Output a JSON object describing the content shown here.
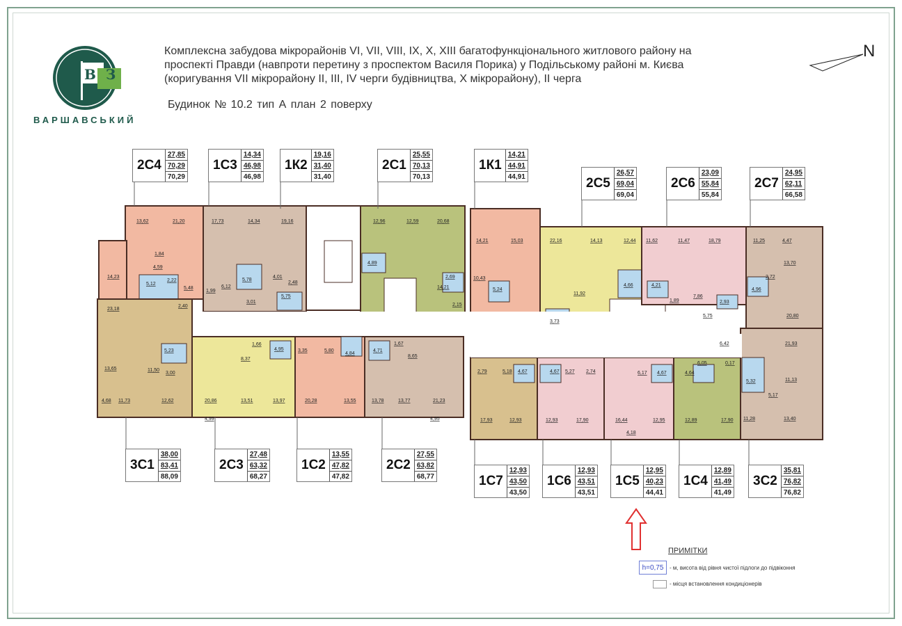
{
  "header": {
    "title": "Комплексна забудова мікрорайонів VI, VII, VIII, IX, X, XIII багатофункціонального житлового району на\nпроспекті Правди (навпроти перетину з проспектом Василя Порика) у Подільському районі м. Києва\n(коригування VII мікрорайону II, III, IV черги будівництва, X мікрорайону), II черга",
    "subtitle": "Будинок № 10.2   тип А   план 2 поверху"
  },
  "logo": {
    "letters": "ВЗ",
    "name": "ВАРШАВСЬКИЙ"
  },
  "compass": {
    "label": "N"
  },
  "apartments_top": [
    {
      "code": "2С4",
      "nums": [
        "27,85",
        "70,29",
        "70,29"
      ]
    },
    {
      "code": "1С3",
      "nums": [
        "14,34",
        "46,98",
        "46,98"
      ]
    },
    {
      "code": "1К2",
      "nums": [
        "19,16",
        "31,40",
        "31,40"
      ]
    },
    {
      "code": "2С1",
      "nums": [
        "25,55",
        "70,13",
        "70,13"
      ]
    },
    {
      "code": "1К1",
      "nums": [
        "14,21",
        "44,91",
        "44,91"
      ]
    },
    {
      "code": "2С5",
      "nums": [
        "26,57",
        "69,04",
        "69,04"
      ]
    },
    {
      "code": "2С6",
      "nums": [
        "23,09",
        "55,84",
        "55,84"
      ]
    },
    {
      "code": "2С7",
      "nums": [
        "24,95",
        "62,11",
        "66,58"
      ]
    }
  ],
  "apartments_bottom": [
    {
      "code": "3С1",
      "nums": [
        "38,00",
        "83,41",
        "88,09"
      ]
    },
    {
      "code": "2С3",
      "nums": [
        "27,48",
        "63,32",
        "68,27"
      ]
    },
    {
      "code": "1С2",
      "nums": [
        "13,55",
        "47,82",
        "47,82"
      ]
    },
    {
      "code": "2С2",
      "nums": [
        "27,55",
        "63,82",
        "68,77"
      ]
    },
    {
      "code": "1С7",
      "nums": [
        "12,93",
        "43,50",
        "43,50"
      ]
    },
    {
      "code": "1С6",
      "nums": [
        "12,93",
        "43,51",
        "43,51"
      ]
    },
    {
      "code": "1С5",
      "nums": [
        "12,95",
        "40,23",
        "44,41"
      ]
    },
    {
      "code": "1С4",
      "nums": [
        "12,89",
        "41,49",
        "41,49"
      ]
    },
    {
      "code": "3С2",
      "nums": [
        "35,81",
        "76,82",
        "76,82"
      ]
    }
  ],
  "rooms": [
    "13,62",
    "21,20",
    "1,84",
    "4,59",
    "14,23",
    "5,12",
    "2,22",
    "5,48",
    "2,40",
    "23,18",
    "17,73",
    "14,34",
    "19,16",
    "6,12",
    "5,78",
    "4,01",
    "2,48",
    "3,01",
    "5,75",
    "1,99",
    "12,96",
    "12,59",
    "20,68",
    "4,89",
    "2,69",
    "14,21",
    "2,15",
    "14,21",
    "15,03",
    "10,43",
    "5,24",
    "22,16",
    "14,13",
    "12,44",
    "4,66",
    "11,92",
    "3,73",
    "11,62",
    "11,47",
    "18,79",
    "4,21",
    "1,89",
    "7,86",
    "2,93",
    "11,25",
    "4,47",
    "13,70",
    "2,72",
    "4,96",
    "20,80",
    "5,75",
    "5,23",
    "3,00",
    "11,50",
    "13,65",
    "4,68",
    "11,73",
    "12,62",
    "1,66",
    "4,95",
    "8,37",
    "20,86",
    "13,51",
    "13,97",
    "4,99",
    "3,35",
    "5,80",
    "4,84",
    "20,28",
    "13,55",
    "4,71",
    "1,67",
    "8,65",
    "13,78",
    "13,77",
    "21,23",
    "4,95",
    "2,79",
    "5,18",
    "4,67",
    "4,67",
    "5,27",
    "2,74",
    "17,93",
    "12,93",
    "12,93",
    "17,90",
    "6,17",
    "4,67",
    "4,64",
    "6,05",
    "16,44",
    "12,95",
    "4,18",
    "12,89",
    "17,90",
    "6,42",
    "21,93",
    "0,17",
    "5,32",
    "11,13",
    "5,17",
    "11,28",
    "13,40"
  ],
  "notes": {
    "title": "ПРИМІТКИ",
    "h_label": "h=0,75",
    "h_text": "- м, висота від рівня чистої підлоги до підвіконня",
    "ac_text": "- місця встановлення кондиціонерів"
  },
  "colors": {
    "salmon": "#f2b9a2",
    "taupe": "#d5bfae",
    "olive": "#b9c27c",
    "yellow": "#ede79a",
    "pink": "#f1cdd0",
    "tan": "#d8c08e",
    "bath": "#b8d8ee",
    "wall": "#4a2d24",
    "corridor": "#ffffff",
    "logo": "#1f5a4b",
    "arrow": "#e03030"
  }
}
